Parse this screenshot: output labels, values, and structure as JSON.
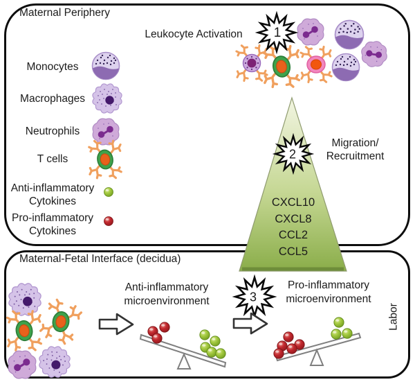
{
  "top_panel": {
    "title": "Maternal Periphery",
    "activation_label": "Leukocyte Activation",
    "activation_step": "1",
    "legend": {
      "monocytes": "Monocytes",
      "macrophages": "Macrophages",
      "neutrophils": "Neutrophils",
      "t_cells": "T cells",
      "anti_line1": "Anti-inflammatory",
      "anti_line2": "Cytokines",
      "pro_line1": "Pro-inflammatory",
      "pro_line2": "Cytokines"
    }
  },
  "triangle": {
    "step": "2",
    "label_line1": "Migration/",
    "label_line2": "Recruitment",
    "chemokines": [
      "CXCL10",
      "CXCL8",
      "CCL2",
      "CCL5"
    ]
  },
  "bottom_panel": {
    "title": "Maternal-Fetal Interface (decidua)",
    "anti_env_line1": "Anti-inflammatory",
    "anti_env_line2": "microenvironment",
    "pro_env_line1": "Pro-inflammatory",
    "pro_env_line2": "microenvironment",
    "step": "3",
    "labor_label": "Labor",
    "anti_balance": {
      "red_cytokines": 3,
      "green_cytokines": 5,
      "tilt": "green-side-down"
    },
    "pro_balance": {
      "red_cytokines": 5,
      "green_cytokines": 3,
      "tilt": "red-side-down"
    }
  },
  "colors": {
    "panel_border": "#0d0d0d",
    "triangle_top": "#f2f5e2",
    "triangle_mid": "#c5d793",
    "triangle_bottom": "#8aad49",
    "triangle_edge": "#6e8d3a",
    "anti_cytokine_green": "#a2c83e",
    "pro_cytokine_red": "#c1272d",
    "cell_body_light_purple": "#d5c3e8",
    "cell_nucleus_dark_purple": "#44196b",
    "monocyte_lower_purple": "#8d6bb2",
    "neutrophil_body": "#cfaad9",
    "neutrophil_nucleus": "#7b2b8f",
    "tcell_body_green": "#3ea24b",
    "tcell_nucleus_orange": "#e8611c",
    "tcell_arm_orange": "#f0a05e",
    "activated_pink": "#f287bd",
    "seesaw_stroke": "#7f7f7f"
  }
}
